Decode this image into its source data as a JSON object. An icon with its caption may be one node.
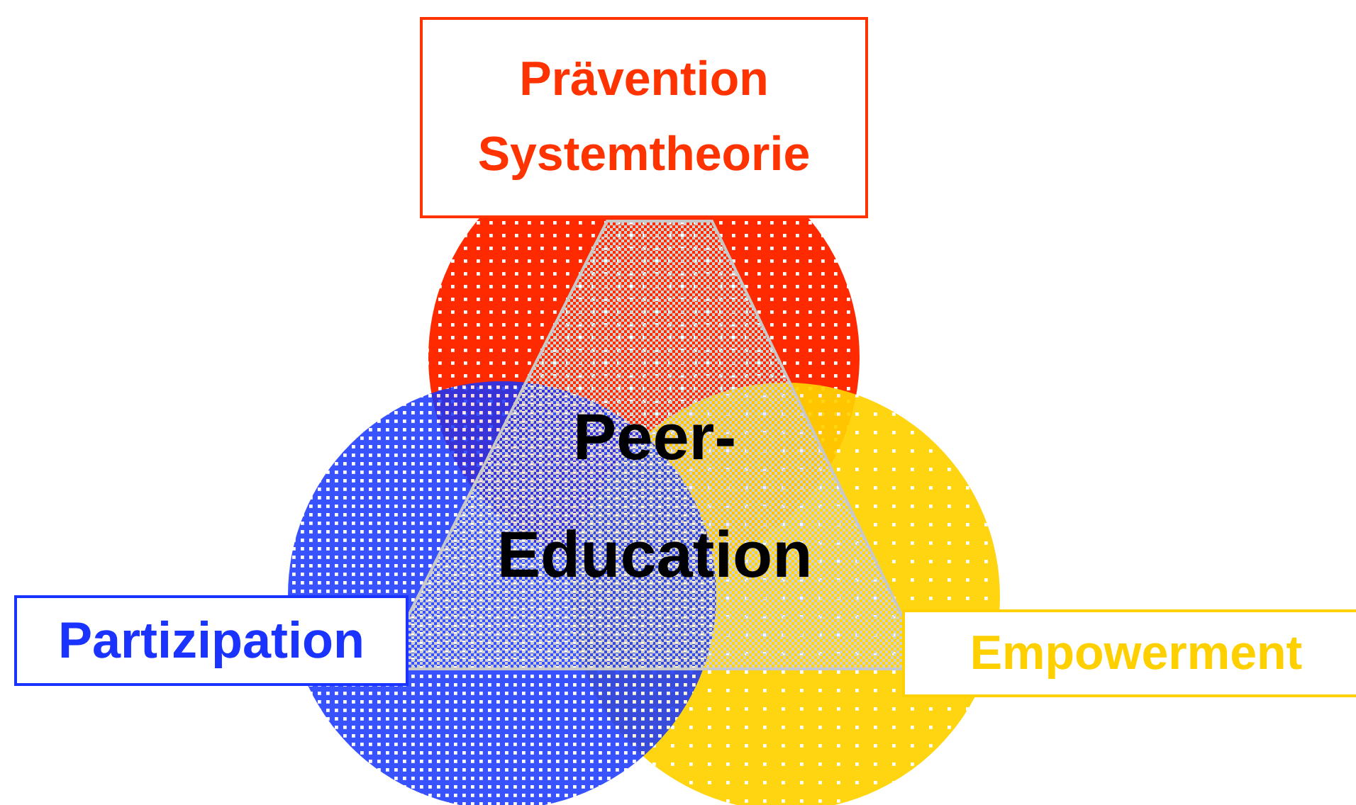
{
  "diagram": {
    "nodes": [
      {
        "text": [
          "Prävention",
          "Systemtheorie"
        ]
      },
      {
        "text": [
          "Peer- Education"
        ]
      },
      {
        "text": [
          "Partizipation"
        ]
      },
      {
        "text": [
          "Empowerment"
        ]
      }
    ]
  }
}
